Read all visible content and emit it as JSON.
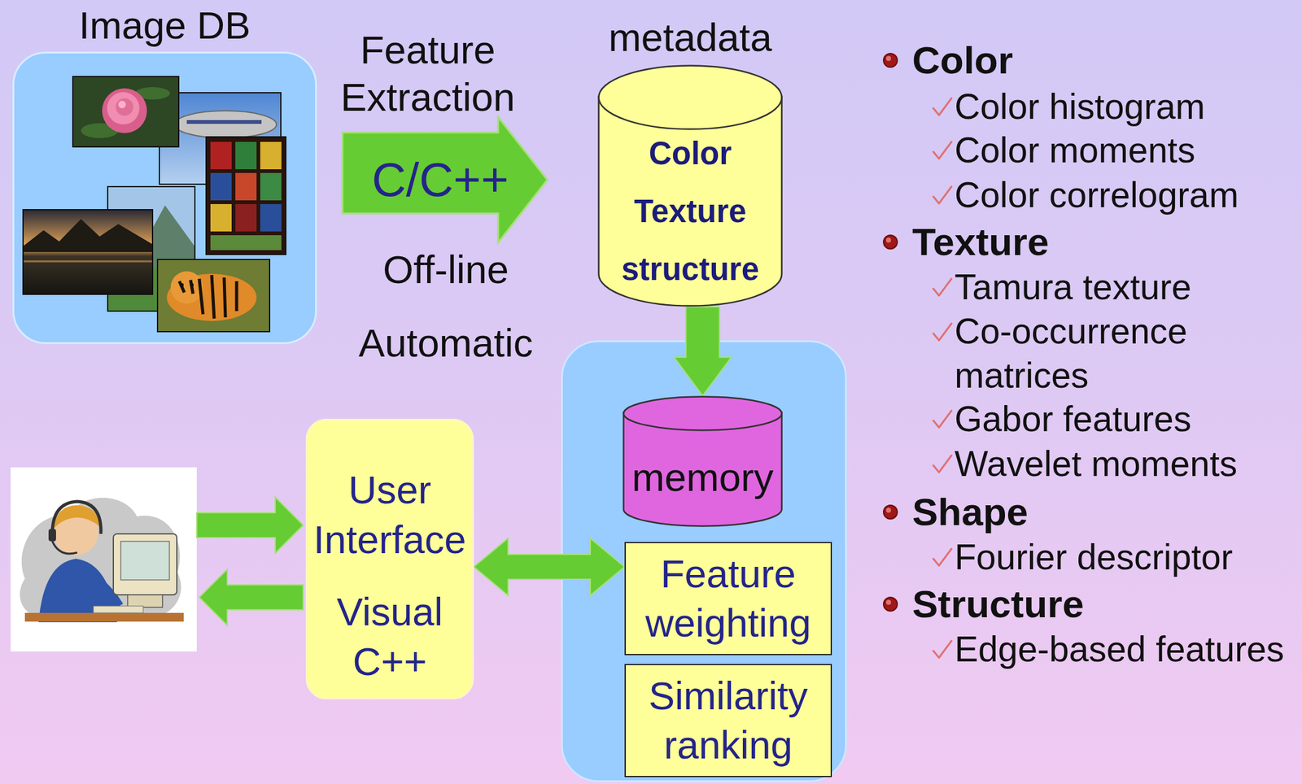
{
  "diagram": {
    "nodes": [
      {
        "text": [
          "Image DB"
        ]
      },
      {
        "text": [
          "C/C++"
        ]
      },
      {
        "text": [
          "metadata",
          "Color Texture structure"
        ]
      },
      {
        "text": [
          "memory"
        ]
      },
      {
        "text": [
          "User Interface",
          "Visual C++"
        ]
      },
      {
        "text": [
          "Feature weighting"
        ]
      },
      {
        "text": [
          "Similarity ranking"
        ]
      }
    ],
    "edges": [
      {
        "from": 2,
        "to": 3,
        "arrow": "to"
      },
      {
        "from": 4,
        "to": 5,
        "arrow": "both"
      }
    ],
    "labels": [
      "Feature Extraction",
      "Off-line",
      "Automatic",
      "Color",
      "Color histogram",
      "Color moments",
      "Color correlogram",
      "Texture",
      "Tamura texture",
      "Co-occurrence matrices",
      "Gabor features",
      "Wavelet moments",
      "Shape",
      "Fourier descriptor",
      "Structure",
      "Edge-based features"
    ]
  }
}
